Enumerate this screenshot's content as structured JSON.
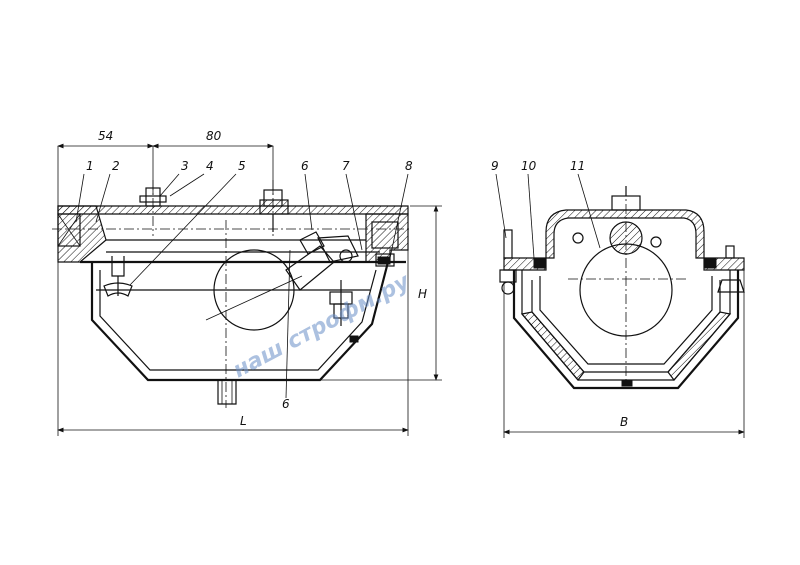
{
  "dimensions": {
    "d54": "54",
    "d80": "80",
    "L": "L",
    "H": "H",
    "B": "B"
  },
  "callouts": [
    "1",
    "2",
    "3",
    "4",
    "5",
    "6",
    "7",
    "8",
    "6",
    "9",
    "10",
    "11"
  ],
  "watermark": "наш строфм.ру"
}
